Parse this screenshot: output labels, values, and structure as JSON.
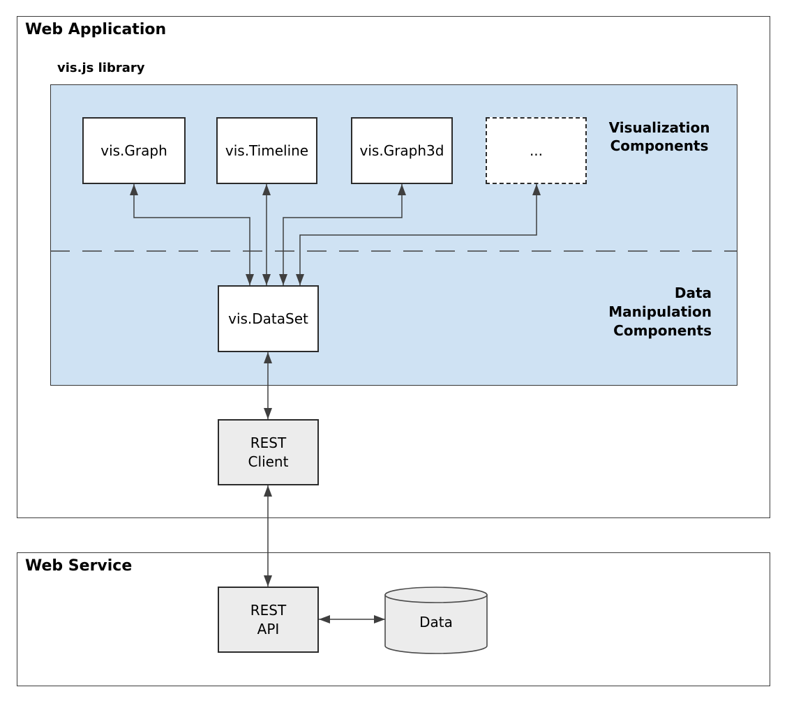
{
  "web_application": {
    "title": "Web Application"
  },
  "library": {
    "label": "vis.js library",
    "visualization_components_label": "Visualization\nComponents",
    "data_manipulation_label": "Data\nManipulation\nComponents",
    "components": [
      {
        "label": "vis.Graph"
      },
      {
        "label": "vis.Timeline"
      },
      {
        "label": "vis.Graph3d"
      },
      {
        "label": "..."
      }
    ],
    "dataset_label": "vis.DataSet"
  },
  "rest_client_label": "REST\nClient",
  "web_service": {
    "title": "Web Service",
    "rest_api_label": "REST\nAPI",
    "data_store_label": "Data"
  },
  "colors": {
    "library_panel_fill": "#cfe2f3",
    "component_box_fill": "#ffffff",
    "gray_box_fill": "#ececec",
    "connector": "#3f3f3f",
    "box_border": "#2b2b2b",
    "outer_border": "#3c3c3c"
  }
}
